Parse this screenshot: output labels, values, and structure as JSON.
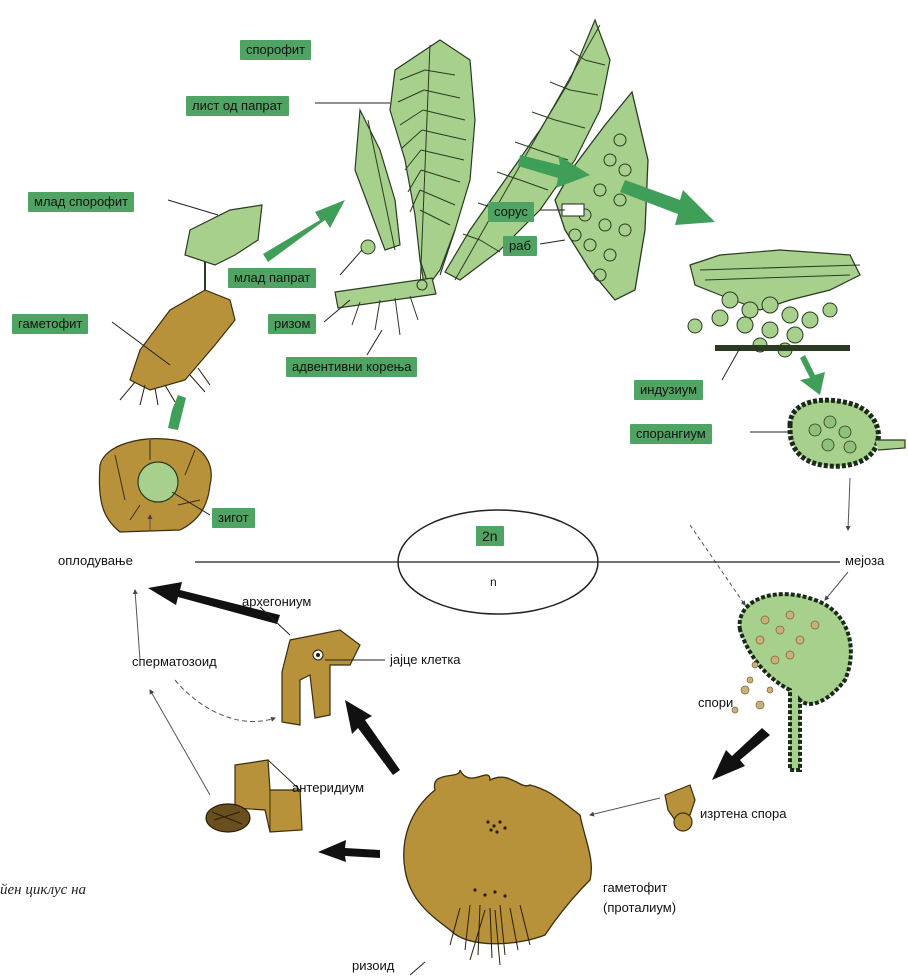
{
  "diagram": {
    "colors": {
      "green_label": "#4fa463",
      "plant_green": "#a7d08c",
      "arrow_green": "#3f9e58",
      "gametophyte_brown": "#b8923a",
      "outline": "#222222"
    },
    "labels": {
      "sporophyte": "спорофит",
      "fern_leaf": "лист од папрат",
      "young_sporophyte": "млад спорофит",
      "young_fern": "млад папрат",
      "sorus": "сорус",
      "edge": "раб",
      "rhizome": "ризом",
      "adventitious_roots": "адвентивни корења",
      "gametophyte_top": "гаметофит",
      "indusium": "индузиум",
      "sporangium": "спорангиум",
      "zygote": "зигот",
      "diploid": "2n",
      "haploid": "n",
      "fertilization": "оплодување",
      "meiosis": "мејоза",
      "archegonium": "архегониум",
      "spermatozoid": "сперматозоид",
      "egg_cell": "јајце клетка",
      "antheridium": "антеридиум",
      "spores": "спори",
      "germinated_spore": "изртена спора",
      "gametophyte_bottom": "гаметофит",
      "prothallium": "(проталиум)",
      "rhizoid": "ризоид"
    },
    "caption": "йен циклус на"
  }
}
